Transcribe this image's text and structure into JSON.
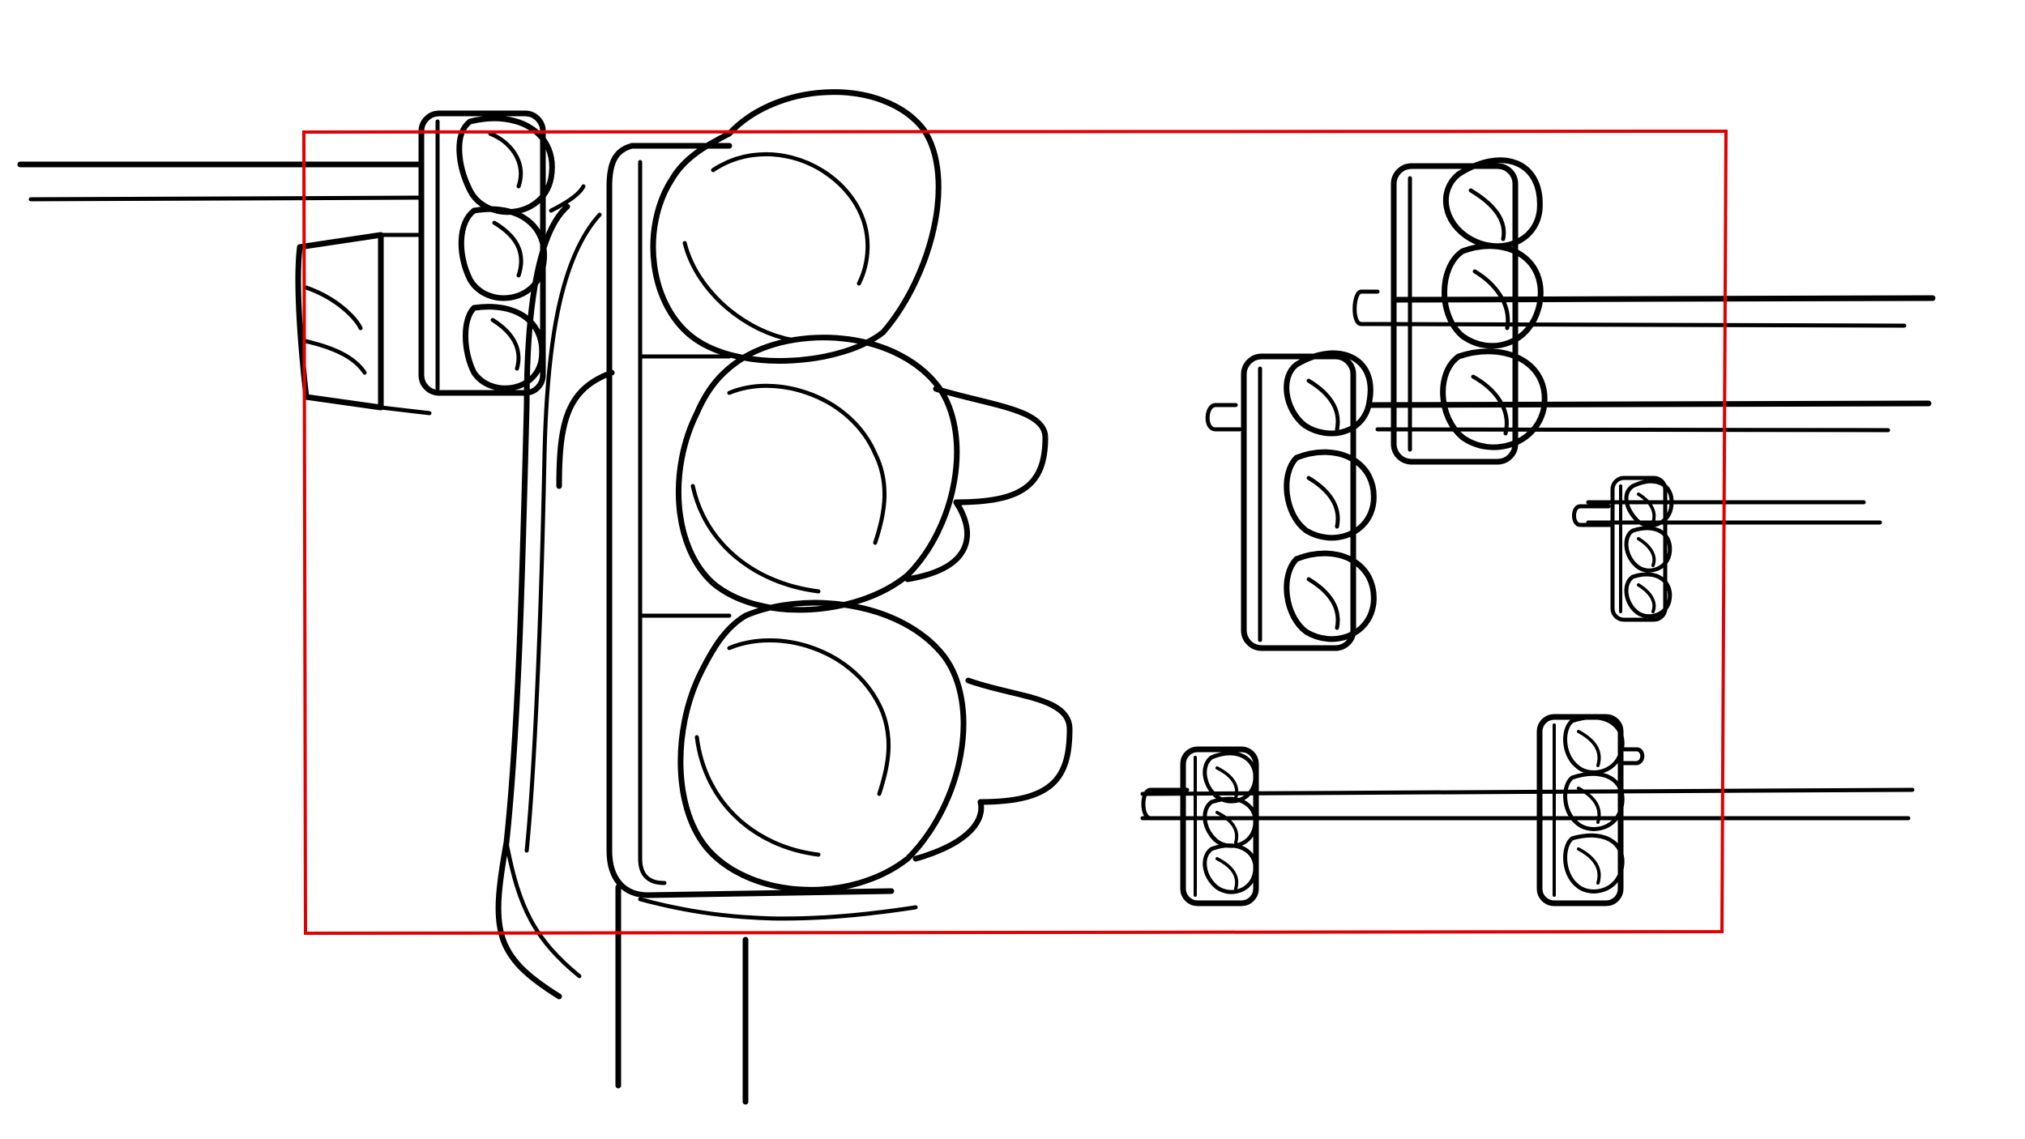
{
  "scene": {
    "subject": "traffic-lights-line-drawing",
    "ink_color": "#000000",
    "background_color": "#ffffff",
    "frame_color": "#e00000"
  },
  "traffic_lights": {
    "count": 7,
    "lamps_per_light": 3
  }
}
